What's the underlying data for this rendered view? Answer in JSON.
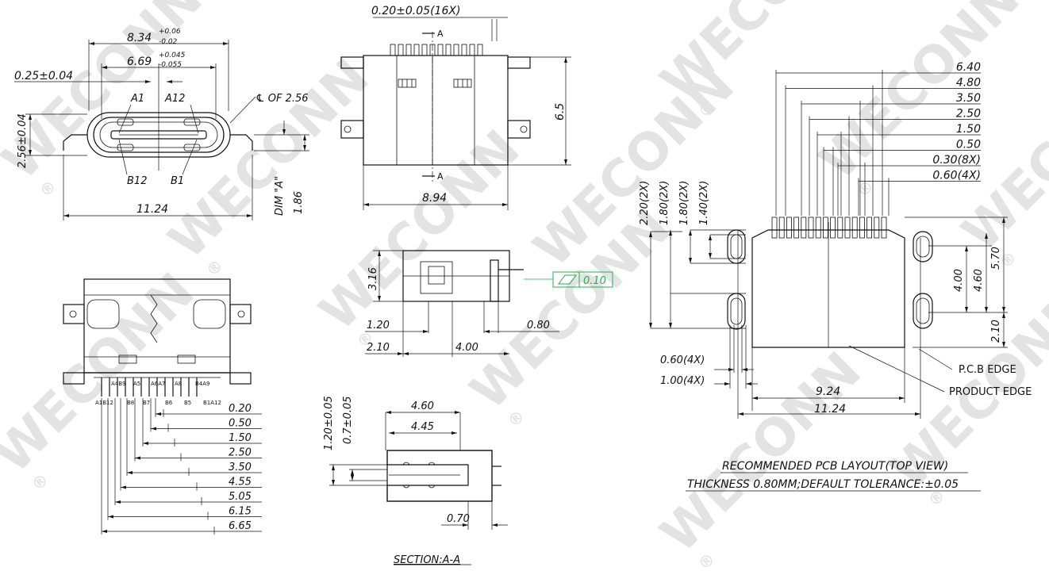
{
  "watermark": {
    "text": "WECONN",
    "reg": "®"
  },
  "brand_colors": {
    "line": "#111111",
    "flatness_box": "#22b14c",
    "watermark": "#e3e3e3"
  },
  "front_view": {
    "dim_width_top": "8.34",
    "tol_top_plus": "+0.06",
    "tol_top_minus": "-0.02",
    "dim_inner": "6.69",
    "tol_inner_plus": "+0.045",
    "tol_inner_minus": "-0.055",
    "dim_tongue": "0.25±0.04",
    "pin_a1": "A1",
    "pin_a12": "A12",
    "pin_b12": "B12",
    "pin_b1": "B1",
    "centerline": "℄ OF 2.56",
    "dim_height": "2.56±0.04",
    "dim_overall": "11.24",
    "dim_a_label": "DIM \"A\"",
    "dim_a_value": "1.86"
  },
  "top_view": {
    "pitch": "0.20±0.05(16X)",
    "section_mark_top": "A",
    "section_mark_bottom": "A",
    "dim_height": "6.5",
    "dim_width": "8.94"
  },
  "side_view": {
    "dim_height": "3.16",
    "dim_120": "1.20",
    "dim_080": "0.80",
    "dim_210": "2.10",
    "dim_400": "4.00",
    "flatness_value": "0.10"
  },
  "section": {
    "dim_460": "4.60",
    "dim_445": "4.45",
    "dim_120": "1.20±0.05",
    "dim_07": "0.7±0.05",
    "dim_070": "0.70",
    "title": "SECTION:A-A"
  },
  "bottom_view": {
    "pins_top": [
      "A4B9",
      "A5",
      "A6A7",
      "A8",
      "B4A9"
    ],
    "pins_bottom": [
      "A1B12",
      "B8",
      "B7",
      "B6",
      "B5",
      "B1A12"
    ],
    "dims": [
      "0.20",
      "0.50",
      "1.50",
      "2.50",
      "3.50",
      "4.55",
      "5.05",
      "6.15",
      "6.65"
    ]
  },
  "pcb_layout": {
    "dims_top": [
      "6.40",
      "4.80",
      "3.50",
      "2.50",
      "1.50",
      "0.50",
      "0.30(8X)",
      "0.60(4X)"
    ],
    "dims_left": [
      "2.20(2X)",
      "1.80(2X)",
      "1.80(2X)",
      "1.40(2X)"
    ],
    "dims_right": [
      "4.00",
      "4.60",
      "5.70",
      "2.10"
    ],
    "dim_060": "0.60(4X)",
    "dim_100": "1.00(4X)",
    "dim_924": "9.24",
    "dim_1124": "11.24",
    "pcb_edge": "P.C.B EDGE",
    "product_edge": "PRODUCT EDGE",
    "title": "RECOMMENDED PCB LAYOUT(TOP VIEW)",
    "subtitle": "THICKNESS 0.80MM;DEFAULT TOLERANCE:±0.05"
  }
}
